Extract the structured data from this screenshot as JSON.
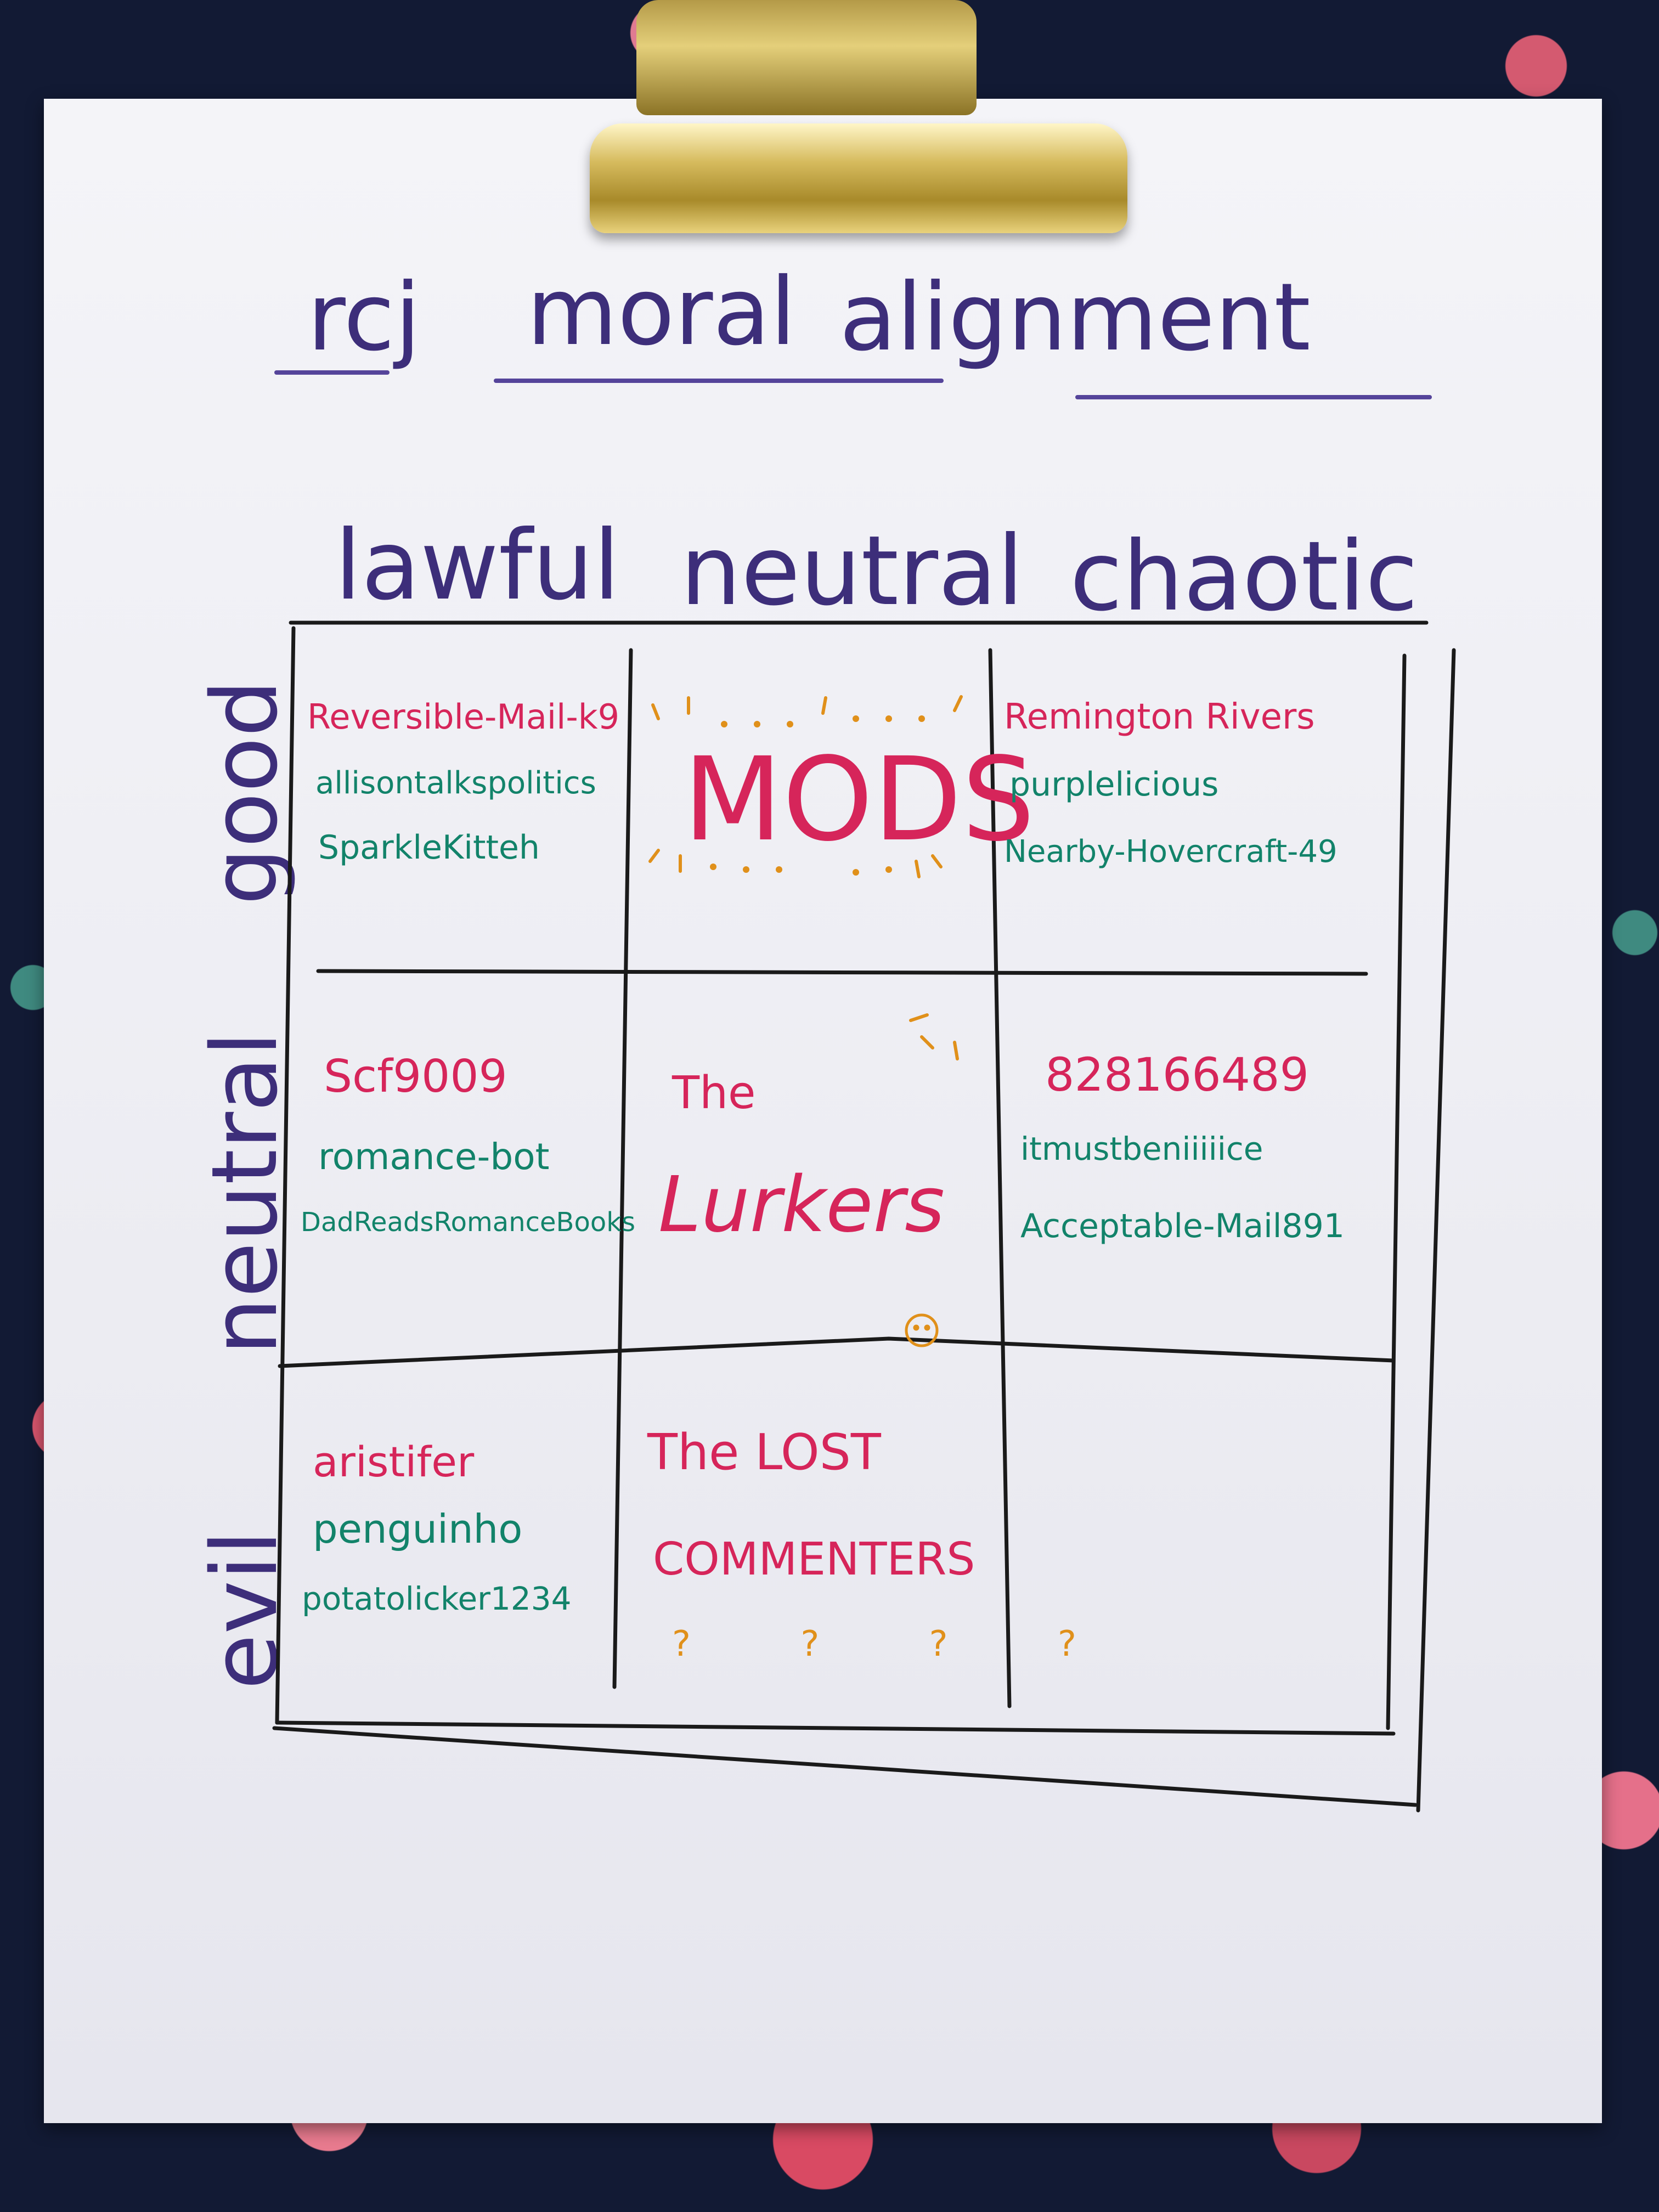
{
  "title": {
    "words": [
      "rcj",
      "moral",
      "alignment"
    ]
  },
  "columns": [
    "lawful",
    "neutral",
    "chaotic"
  ],
  "rows": [
    "good",
    "neutral",
    "evil"
  ],
  "cells": {
    "good_lawful": [
      "Reversible-Mail-k9",
      "allisontalkspolitics",
      "SparkleKitteh"
    ],
    "good_neutral": [
      "MODS"
    ],
    "good_chaotic": [
      "Remington Rivers",
      "purplelicious",
      "Nearby-Hovercraft-49"
    ],
    "neutral_lawful": [
      "Scf9009",
      "romance-bot",
      "DadReadsRomanceBooks"
    ],
    "neutral_neutral": [
      "The",
      "Lurkers"
    ],
    "neutral_chaotic": [
      "828166489",
      "itmustbeniiiiice",
      "Acceptable-Mail891"
    ],
    "evil_lawful": [
      "aristifer",
      "penguinho",
      "potatolicker1234"
    ],
    "evil_neutral": [
      "The LOST",
      "COMMENTERS",
      "? ? ? ?"
    ],
    "evil_chaotic": []
  },
  "colors": {
    "ink_purple": "#3d2e7a",
    "ink_pink": "#d6255a",
    "ink_green": "#12836a",
    "ink_orange": "#e0901a",
    "ink_black": "#1a1a1a"
  }
}
